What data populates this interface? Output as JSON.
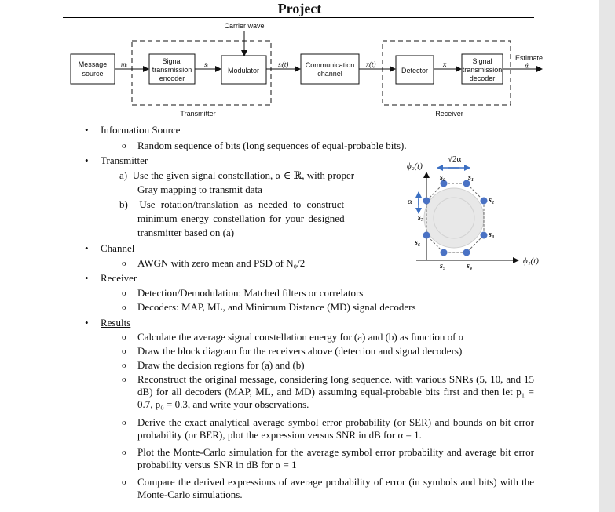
{
  "title": "Project",
  "diagram": {
    "carrier_wave": "Carrier wave",
    "message_source": [
      "Message",
      "source"
    ],
    "m_i": "mᵢ",
    "encoder": [
      "Signal",
      "transmission",
      "encoder"
    ],
    "s_i": "sᵢ",
    "modulator": "Modulator",
    "s_i_t": "sᵢ(t)",
    "channel": [
      "Communication",
      "channel"
    ],
    "x_t": "x(t)",
    "detector": "Detector",
    "x": "x",
    "decoder": [
      "Signal",
      "transmission",
      "decoder"
    ],
    "estimate": "Estimate",
    "m_hat": "m̂",
    "transmitter": "Transmitter",
    "receiver": "Receiver"
  },
  "content": {
    "info_source": "Information Source",
    "info_source_item": "Random sequence of bits (long sequences of equal-probable bits).",
    "transmitter": "Transmitter",
    "tx_a_1": "a)  Use the given signal constellation, α ∈ ℝ, with proper",
    "tx_a_2": "Gray mapping to transmit data",
    "tx_b_1": "b)  Use rotation/translation as needed to construct",
    "tx_b_2": "minimum energy constellation for your designed",
    "tx_b_3": "transmitter based on (a)",
    "channel": "Channel",
    "channel_item": "AWGN with zero mean and PSD of N₀/2",
    "receiver": "Receiver",
    "rx_item_1": "Detection/Demodulation: Matched filters or correlators",
    "rx_item_2": "Decoders: MAP, ML, and Minimum Distance (MD) signal decoders",
    "results": "Results",
    "res_1": "Calculate the average signal constellation energy for (a) and (b) as function of α",
    "res_2": "Draw the block diagram for the receivers above (detection and signal decoders)",
    "res_3": "Draw the decision regions for (a) and (b)",
    "res_4": "Reconstruct the original message, considering long sequence, with various SNRs (5, 10, and 15 dB) for all decoders (MAP, ML, and MD) assuming equal-probable bits first and then let p₁ = 0.7, p₀ = 0.3, and write your observations.",
    "res_5": "Derive the exact analytical average symbol error probability (or SER) and bounds on bit error probability (or BER), plot the expression versus SNR in dB for α = 1.",
    "res_6": "Plot the Monte-Carlo simulation for the average symbol error probability and average bit error probability versus SNR in dB for α = 1",
    "res_7": "Compare the derived expressions of average probability of error (in symbols and bits) with the Monte-Carlo simulations."
  },
  "constellation": {
    "phi2": "ϕ₂(t)",
    "phi1": "ϕ₁(t)",
    "sqrt2a": "√2α",
    "alpha": "α",
    "points": [
      "s₀",
      "s₁",
      "s₂",
      "s₃",
      "s₄",
      "s₅",
      "s₆",
      "s₇"
    ],
    "point_color": "#4a72c4",
    "arrow_color": "#3b6fc2"
  }
}
